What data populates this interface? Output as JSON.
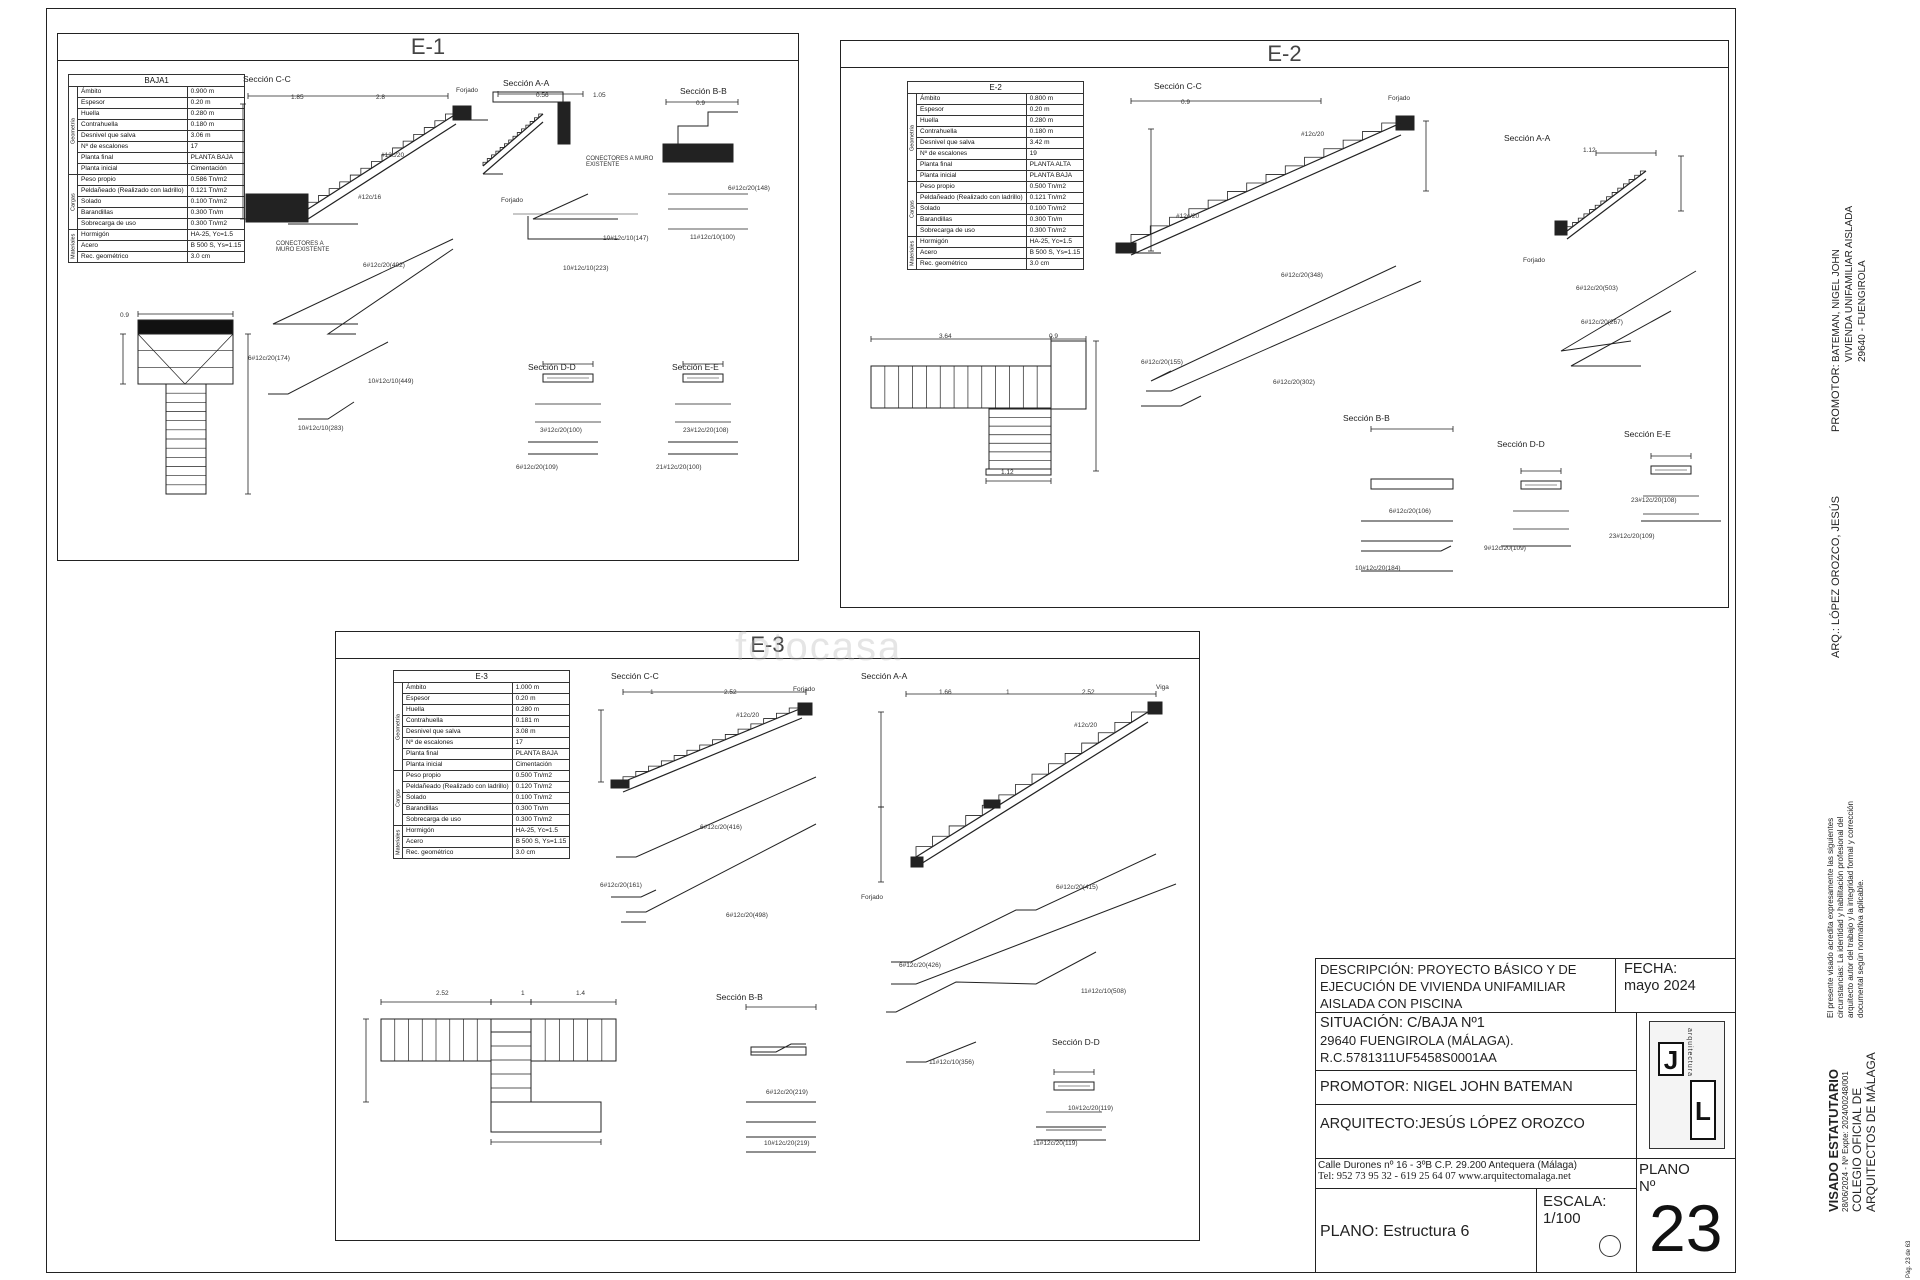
{
  "panels": {
    "e1": {
      "title": "E-1",
      "table": {
        "header": "BAJA1",
        "groups": [
          "Geometría",
          "Cargas",
          "Materiales"
        ],
        "rows": [
          [
            "Ámbito",
            "0.900 m"
          ],
          [
            "Espesor",
            "0.20 m"
          ],
          [
            "Huella",
            "0.280 m"
          ],
          [
            "Contrahuella",
            "0.180 m"
          ],
          [
            "Desnivel que salva",
            "3.06 m"
          ],
          [
            "Nº de escalones",
            "17"
          ],
          [
            "Planta final",
            "PLANTA BAJA"
          ],
          [
            "Planta inicial",
            "Cimentación"
          ],
          [
            "Peso propio",
            "0.586 Tn/m2"
          ],
          [
            "Peldañeado (Realizado con ladrillo)",
            "0.121 Tn/m2"
          ],
          [
            "Solado",
            "0.100 Tn/m2"
          ],
          [
            "Barandillas",
            "0.300 Tn/m"
          ],
          [
            "Sobrecarga de uso",
            "0.300 Tn/m2"
          ],
          [
            "Hormigón",
            "HA-25, Yc=1.5"
          ],
          [
            "Acero",
            "B 500 S, Ys=1.15"
          ],
          [
            "Rec. geométrico",
            "3.0 cm"
          ]
        ]
      },
      "labels": {
        "sec_cc": "Sección C-C",
        "sec_aa": "Sección A-A",
        "sec_bb": "Sección B-B",
        "sec_dd": "Sección D-D",
        "sec_ee": "Sección E-E",
        "forjado": "Forjado",
        "forjado2": "Forjado",
        "conectores1": "CONECTORES A MURO EXISTENTE",
        "conectores2": "CONECTORES A MURO EXISTENTE",
        "d185": "1.85",
        "d28": "2.8",
        "d056": "0.56",
        "d105": "1.05",
        "d09": "0.9",
        "d09b": "0.9",
        "b1": "6#12c/20(492)",
        "b2": "6#12c/20(174)",
        "b3": "10#12c/10(449)",
        "b4": "10#12c/10(283)",
        "b5": "10#12c/10(147)",
        "b6": "10#12c/10(223)",
        "b7": "6#12c/20(148)",
        "b8": "11#12c/10(100)",
        "b9": "3#12c/20(100)",
        "b10": "6#12c/20(109)",
        "b11": "23#12c/20(108)",
        "b12": "21#12c/20(100)",
        "r1": "#12c/20",
        "r2": "#12c/16"
      }
    },
    "e2": {
      "title": "E-2",
      "table": {
        "header": "E-2",
        "groups": [
          "Geometría",
          "Cargas",
          "Materiales"
        ],
        "rows": [
          [
            "Ámbito",
            "0.800 m"
          ],
          [
            "Espesor",
            "0.20 m"
          ],
          [
            "Huella",
            "0.280 m"
          ],
          [
            "Contrahuella",
            "0.180 m"
          ],
          [
            "Desnivel que salva",
            "3.42 m"
          ],
          [
            "Nº de escalones",
            "19"
          ],
          [
            "Planta final",
            "PLANTA ALTA"
          ],
          [
            "Planta inicial",
            "PLANTA BAJA"
          ],
          [
            "Peso propio",
            "0.500 Tn/m2"
          ],
          [
            "Peldañeado (Realizado con ladrillo)",
            "0.121 Tn/m2"
          ],
          [
            "Solado",
            "0.100 Tn/m2"
          ],
          [
            "Barandillas",
            "0.300 Tn/m"
          ],
          [
            "Sobrecarga de uso",
            "0.300 Tn/m2"
          ],
          [
            "Hormigón",
            "HA-25, Yc=1.5"
          ],
          [
            "Acero",
            "B 500 S, Ys=1.15"
          ],
          [
            "Rec. geométrico",
            "3.0 cm"
          ]
        ]
      },
      "labels": {
        "sec_cc": "Sección C-C",
        "sec_aa": "Sección A-A",
        "sec_bb": "Sección B-B",
        "sec_dd": "Sección D-D",
        "sec_ee": "Sección E-E",
        "forjado": "Forjado",
        "forjado2": "Forjado",
        "d09": "0.9",
        "d364": "3.64",
        "d09b": "0.9",
        "d112": "1.12",
        "d112b": "1.12",
        "b1": "6#12c/20(348)",
        "b2": "6#12c/20(155)",
        "b3": "6#12c/20(302)",
        "b4": "6#12c/20(503)",
        "b5": "6#12c/20(267)",
        "b6": "6#12c/20(106)",
        "b7": "10#12c/20(184)",
        "b8": "9#12c/20(109)",
        "b9": "23#12c/20(108)",
        "b10": "23#12c/20(109)",
        "r1": "#12c/20",
        "r2": "#12c/20"
      }
    },
    "e3": {
      "title": "E-3",
      "table": {
        "header": "E-3",
        "groups": [
          "Geometría",
          "Cargas",
          "Materiales"
        ],
        "rows": [
          [
            "Ámbito",
            "1.000 m"
          ],
          [
            "Espesor",
            "0.20 m"
          ],
          [
            "Huella",
            "0.280 m"
          ],
          [
            "Contrahuella",
            "0.181 m"
          ],
          [
            "Desnivel que salva",
            "3.08 m"
          ],
          [
            "Nº de escalones",
            "17"
          ],
          [
            "Planta final",
            "PLANTA BAJA"
          ],
          [
            "Planta inicial",
            "Cimentación"
          ],
          [
            "Peso propio",
            "0.500 Tn/m2"
          ],
          [
            "Peldañeado (Realizado con ladrillo)",
            "0.120 Tn/m2"
          ],
          [
            "Solado",
            "0.100 Tn/m2"
          ],
          [
            "Barandillas",
            "0.300 Tn/m"
          ],
          [
            "Sobrecarga de uso",
            "0.300 Tn/m2"
          ],
          [
            "Hormigón",
            "HA-25, Yc=1.5"
          ],
          [
            "Acero",
            "B 500 S, Ys=1.15"
          ],
          [
            "Rec. geométrico",
            "3.0 cm"
          ]
        ]
      },
      "labels": {
        "sec_cc": "Sección C-C",
        "sec_aa": "Sección A-A",
        "sec_bb": "Sección B-B",
        "sec_dd": "Sección D-D",
        "forjado": "Forjado",
        "forjado2": "Forjado",
        "viga": "Viga",
        "d1": "1",
        "d252": "2.52",
        "d166": "1.66",
        "d1b": "1",
        "d252b": "2.52",
        "d252c": "2.52",
        "d1c": "1",
        "d14": "1.4",
        "b1": "6#12c/20(416)",
        "b2": "6#12c/20(161)",
        "b3": "6#12c/20(498)",
        "b4": "6#12c/20(415)",
        "b5": "6#12c/20(426)",
        "b6": "11#12c/10(508)",
        "b7": "11#12c/10(356)",
        "b8": "6#12c/20(219)",
        "b9": "10#12c/20(219)",
        "b10": "10#12c/20(119)",
        "b11": "11#12c/20(119)",
        "r1": "#12c/20",
        "r2": "#12c/20"
      }
    }
  },
  "watermark": "fotocasa",
  "titleblock": {
    "descripcion": "DESCRIPCIÓN: PROYECTO BÁSICO Y DE EJECUCIÓN DE VIVIENDA UNIFAMILIAR AISLADA CON PISCINA",
    "fecha_label": "FECHA:",
    "fecha": "mayo  2024",
    "situacion1": "SITUACIÓN:  C/BAJA Nº1",
    "situacion2": "29640 FUENGIROLA (MÁLAGA).",
    "situacion3": "R.C.5781311UF5458S0001AA",
    "promotor": "PROMOTOR: NIGEL JOHN BATEMAN",
    "arquitecto": "ARQUITECTO:JESÚS LÓPEZ OROZCO",
    "logo_j": "J",
    "logo_l": "L",
    "logo_text": "arquitectura",
    "direccion": "Calle Durones nº 16 - 3ºB        C.P. 29.200    Antequera (Málaga)",
    "telefono": "Tel: 952 73 95 32 - 619 25 64 07 www.arquitectomalaga.net",
    "plano_label": "PLANO",
    "n_label": "Nº",
    "numero": "23",
    "escala_label": "ESCALA:",
    "escala": "1/100",
    "plano_nombre": "PLANO: Estructura 6"
  },
  "sidebar": {
    "promotor_label": "PROMOTOR:",
    "promotor_lines": [
      "BATEMAN, NIGEL JOHN",
      "VIVIENDA UNIFAMILIAR AISLADA",
      "29640 - FUENGIROLA"
    ],
    "arq": "ARQ.: LÓPEZ OROZCO, JESÚS",
    "visado_text": "El presente visado acredita expresamente las siguientes circunstancias: La identidad y habilitación profesional del arquitecto autor del trabajo y la integridad formal y corrección documental según normativa aplicable.",
    "visado_title": "VISADO ESTATUTARIO",
    "visado_num": "28/06/2024 - Nº Expte: 2024/00248/001",
    "colegio1": "COLEGIO OFICIAL DE",
    "colegio2": "ARQUITECTOS DE MÁLAGA",
    "page": "Pág. 23 de 63"
  }
}
